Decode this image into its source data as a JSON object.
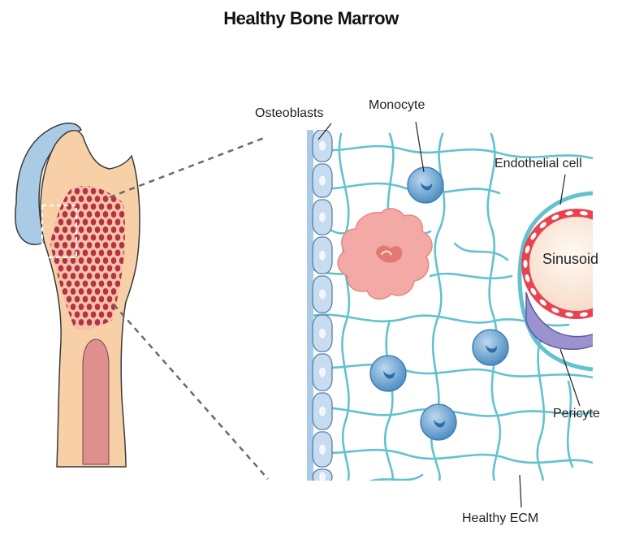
{
  "title": "Healthy Bone Marrow",
  "labels": {
    "osteoblasts": "Osteoblasts",
    "monocyte": "Monocyte",
    "endothelial_cell": "Endothelial cell",
    "sinusoid": "Sinusoid",
    "pericyte": "Pericyte",
    "healthy_ecm": "Healthy ECM"
  },
  "colors": {
    "bone": "#f7d0a8",
    "bone_outline": "#3a3a3a",
    "cartilage": "#a9cbe6",
    "marrow_dots": "#b5304a",
    "cavity": "#e08f8f",
    "ecm_fiber": "#62c2cf",
    "osteoblast_fill": "#c7dcf0",
    "monocyte": "#5d9bcc",
    "megakaryocyte": "#f3a9a6",
    "endothelium": "#e8434e",
    "sinusoid_lumen": "#fbe5d4",
    "pericyte": "#9b93cf"
  }
}
